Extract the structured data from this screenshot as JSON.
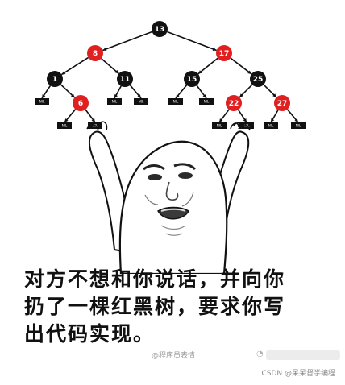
{
  "tree": {
    "nodes": [
      {
        "id": "n13",
        "label": "13",
        "color": "#111111"
      },
      {
        "id": "n8",
        "label": "8",
        "color": "#e02020"
      },
      {
        "id": "n17",
        "label": "17",
        "color": "#e02020"
      },
      {
        "id": "n1",
        "label": "1",
        "color": "#111111"
      },
      {
        "id": "n11",
        "label": "11",
        "color": "#111111"
      },
      {
        "id": "n15",
        "label": "15",
        "color": "#111111"
      },
      {
        "id": "n25",
        "label": "25",
        "color": "#111111"
      },
      {
        "id": "n6",
        "label": "6",
        "color": "#e02020"
      },
      {
        "id": "n22",
        "label": "22",
        "color": "#e02020"
      },
      {
        "id": "n27",
        "label": "27",
        "color": "#e02020"
      }
    ],
    "nil_label": "NIL"
  },
  "caption": {
    "line1": "对方不想和你说话，并向你",
    "line2": "扔了一棵红黑树，要求你写",
    "line3": "出代码实现。"
  },
  "watermark": {
    "left_text": "@程序员表情",
    "weibo_icon": "weibo-icon",
    "csdn_text": "CSDN @呆呆督学编程"
  },
  "colors": {
    "red_node": "#e02020",
    "black_node": "#111111",
    "text": "#111111"
  }
}
